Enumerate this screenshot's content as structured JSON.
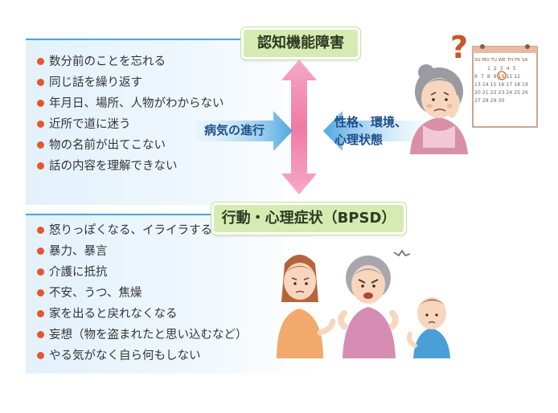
{
  "top_section": {
    "title": "認知機能障害",
    "items": [
      "数分前のことを忘れる",
      "同じ話を繰り返す",
      "年月日、場所、人物がわからない",
      "近所で道に迷う",
      "物の名前が出てこない",
      "話の内容を理解できない"
    ]
  },
  "bottom_section": {
    "title": "行動・心理症状（BPSD）",
    "items": [
      "怒りっぽくなる、イライラする",
      "暴力、暴言",
      "介護に抵抗",
      "不安、うつ、焦燥",
      "家を出ると戻れなくなる",
      "妄想（物を盗まれたと思い込むなど）",
      "やる気がなく自ら何もしない"
    ]
  },
  "arrows": {
    "progress_label": "病気の進行",
    "factors_label_line1": "性格、環境、",
    "factors_label_line2": "心理状態"
  },
  "calendar": {
    "question_mark": "?",
    "header": "SU MO TU WE TH FR SA",
    "rows": [
      "1  2  3  4  5",
      "6  7  8  9 10 11 12",
      "13 14 15 16 17 18 19",
      "20 21 22 23 24 25 26",
      "27 28 29 30"
    ]
  },
  "colors": {
    "panel": "#e3f1fb",
    "rule": "#4da7df",
    "title_box": "#d6ebb2",
    "bullet": "#e4572e",
    "vertical_arrow": "#f07aa6",
    "horizontal_arrow": "#4da7df",
    "label_text": "#1f4e8c"
  }
}
